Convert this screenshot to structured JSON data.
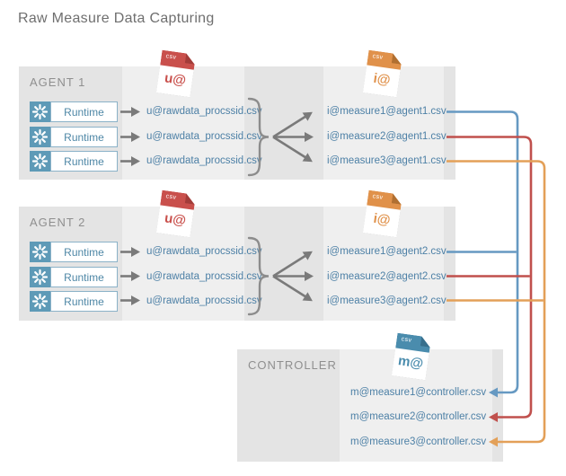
{
  "title": "Raw Measure Data Capturing",
  "colors": {
    "measure1_line": "#6699c2",
    "measure2_line": "#c0504d",
    "measure3_line": "#e3a058",
    "raw_csv_file": "#c9504c",
    "intermediate_csv_file": "#e0914a",
    "controller_csv_file": "#4a8cad",
    "filename_text": "#4d80a6",
    "panel_dark": "#e4e4e4",
    "panel_light": "#efefef"
  },
  "agents": [
    {
      "label": "AGENT 1",
      "runtime_label": "Runtime",
      "raw_icon": {
        "badge": "csv",
        "tag": "u@"
      },
      "out_icon": {
        "badge": "csv",
        "tag": "i@"
      },
      "raw_files": [
        "u@rawdata_procssid.csv",
        "u@rawdata_procssid.csv",
        "u@rawdata_procssid.csv"
      ],
      "out_files": [
        "i@measure1@agent1.csv",
        "i@measure2@agent1.csv",
        "i@measure3@agent1.csv"
      ]
    },
    {
      "label": "AGENT 2",
      "runtime_label": "Runtime",
      "raw_icon": {
        "badge": "csv",
        "tag": "u@"
      },
      "out_icon": {
        "badge": "csv",
        "tag": "i@"
      },
      "raw_files": [
        "u@rawdata_procssid.csv",
        "u@rawdata_procssid.csv",
        "u@rawdata_procssid.csv"
      ],
      "out_files": [
        "i@measure1@agent2.csv",
        "i@measure2@agent2.csv",
        "i@measure3@agent2.csv"
      ]
    }
  ],
  "controller": {
    "label": "CONTROLLER",
    "icon": {
      "badge": "csv",
      "tag": "m@"
    },
    "files": [
      "m@measure1@controller.csv",
      "m@measure2@controller.csv",
      "m@measure3@controller.csv"
    ]
  }
}
